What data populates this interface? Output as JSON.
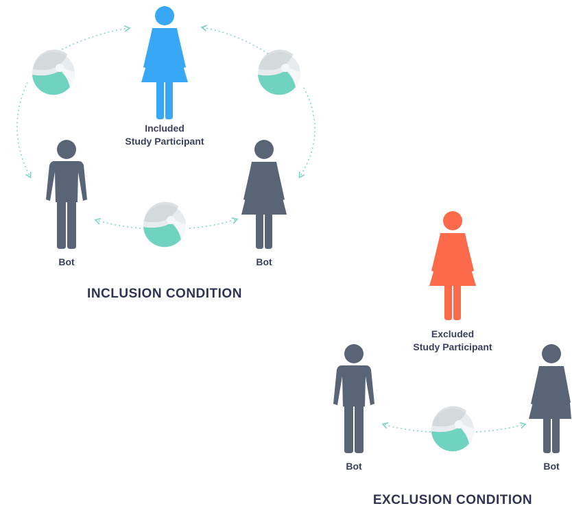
{
  "colors": {
    "bot": "#5a6477",
    "included": "#38a7f5",
    "excluded": "#fb6a4b",
    "ball_teal": "#6fd3c0",
    "ball_light": "#e9ecee",
    "arrow": "#7dd4c4",
    "heading_text": "#2f3452"
  },
  "inclusion": {
    "title": "INCLUSION CONDITION",
    "participant": {
      "line1": "Included",
      "line2": "Study Participant",
      "icon": "female-person-icon"
    },
    "bot_left": {
      "label": "Bot",
      "icon": "male-person-icon"
    },
    "bot_right": {
      "label": "Bot",
      "icon": "female-person-icon"
    }
  },
  "exclusion": {
    "title": "EXCLUSION CONDITION",
    "participant": {
      "line1": "Excluded",
      "line2": "Study Participant",
      "icon": "female-person-icon"
    },
    "bot_left": {
      "label": "Bot",
      "icon": "male-person-icon"
    },
    "bot_right": {
      "label": "Bot",
      "icon": "female-person-icon"
    }
  },
  "ball_icon": "beach-ball-icon"
}
